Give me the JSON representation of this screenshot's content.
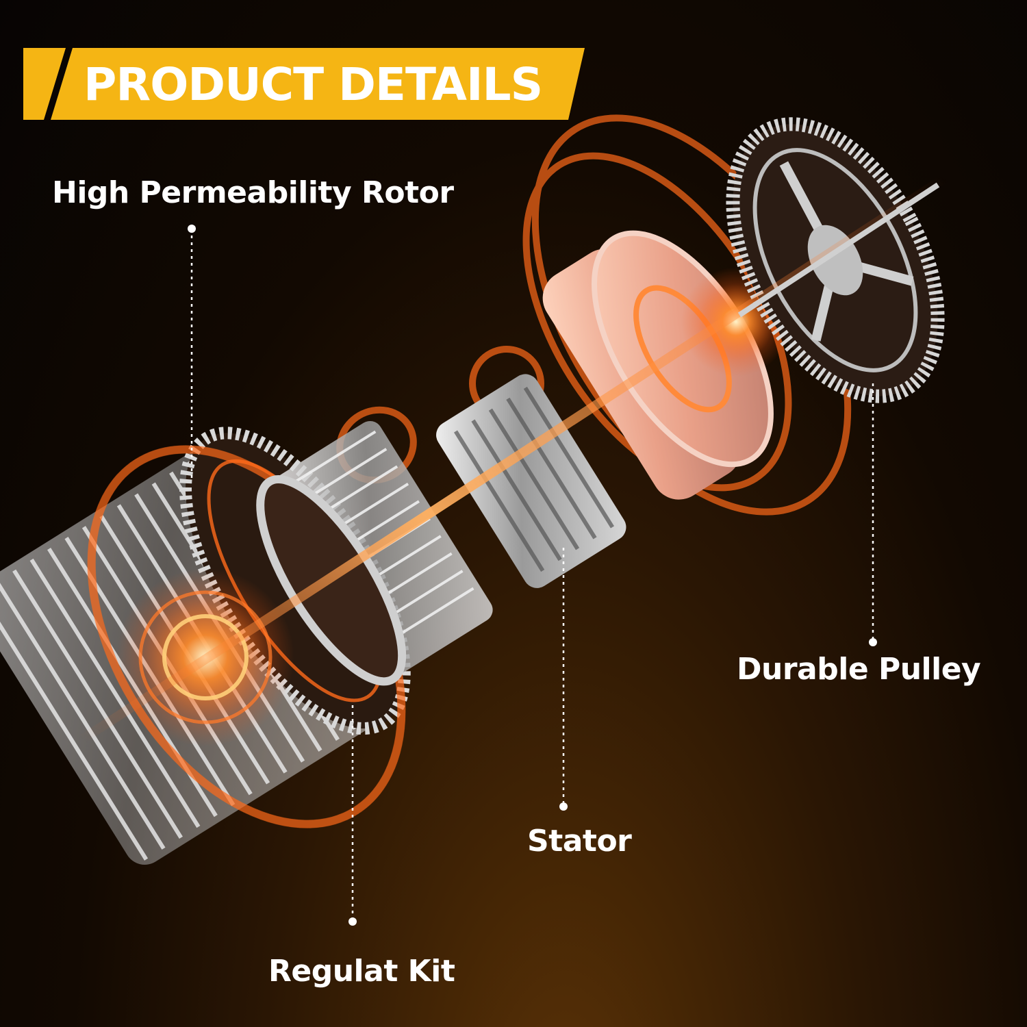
{
  "header": {
    "title": "PRODUCT DETAILS"
  },
  "callouts": {
    "rotor": "High Permeability Rotor",
    "pulley": "Durable Pulley",
    "stator": "Stator",
    "regulat_kit": "Regulat Kit"
  },
  "colors": {
    "banner_yellow": "#f5b514",
    "glow_orange": "#ff6a1a",
    "metal_silver": "#c9c9c9",
    "background_dark": "#0a0604"
  }
}
